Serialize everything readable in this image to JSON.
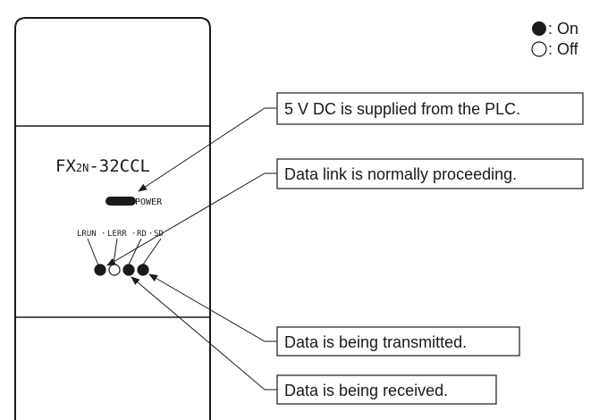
{
  "legend": {
    "on_symbol": "●",
    "on_label": ": On",
    "off_symbol": "○",
    "off_label": ": Off"
  },
  "device": {
    "model_prefix": "FX",
    "model_sub": "2N",
    "model_suffix": "-32CCL",
    "power_label": "POWER",
    "led_labels": [
      "LRUN",
      "LERR",
      "RD",
      "SD"
    ],
    "led_separator": "·"
  },
  "leds": [
    {
      "name": "LRUN",
      "state": "on"
    },
    {
      "name": "LERR",
      "state": "off"
    },
    {
      "name": "RD",
      "state": "on"
    },
    {
      "name": "SD",
      "state": "on"
    }
  ],
  "callouts": {
    "power": "5 V DC is supplied from the PLC.",
    "lrun": "Data link is normally proceeding.",
    "sd": "Data is being transmitted.",
    "rd": "Data is being received."
  }
}
